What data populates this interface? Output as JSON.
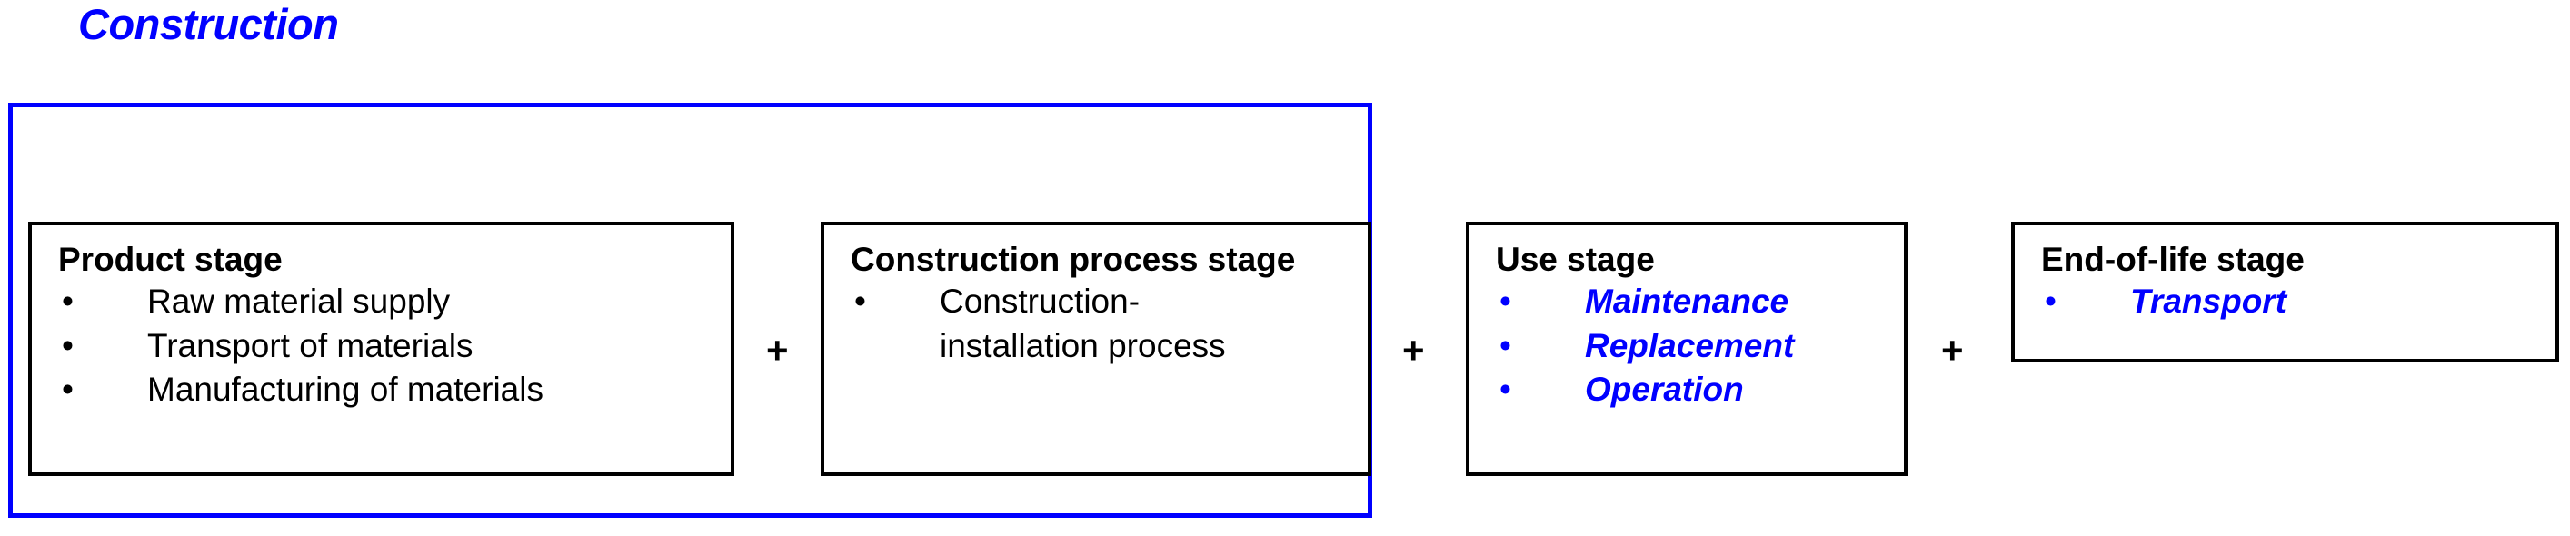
{
  "title": "Construction",
  "accent_color": "#0000FF",
  "box_border_color": "#000000",
  "group_frame": {
    "label": "construction-scope-frame",
    "border_color": "#0000FF"
  },
  "connectors": [
    {
      "symbol": "+"
    },
    {
      "symbol": "+"
    },
    {
      "symbol": "+"
    }
  ],
  "stages": [
    {
      "heading": "Product stage",
      "items": [
        {
          "marker": "•",
          "text": "Raw material supply",
          "accent": false
        },
        {
          "marker": "•",
          "text": "Transport of materials",
          "accent": false
        },
        {
          "marker": "•",
          "text": "Manufacturing of materials",
          "accent": false
        }
      ]
    },
    {
      "heading": "Construction process stage",
      "items": [
        {
          "marker": "•",
          "text": "Construction-\ninstallation process",
          "accent": false
        }
      ]
    },
    {
      "heading": "Use stage",
      "items": [
        {
          "marker": "•",
          "text": "Maintenance",
          "accent": true
        },
        {
          "marker": "•",
          "text": "Replacement",
          "accent": true
        },
        {
          "marker": "•",
          "text": "Operation",
          "accent": true
        }
      ]
    },
    {
      "heading": "End-of-life stage",
      "items": [
        {
          "marker": "•",
          "text": "Transport",
          "accent": true
        }
      ]
    }
  ]
}
